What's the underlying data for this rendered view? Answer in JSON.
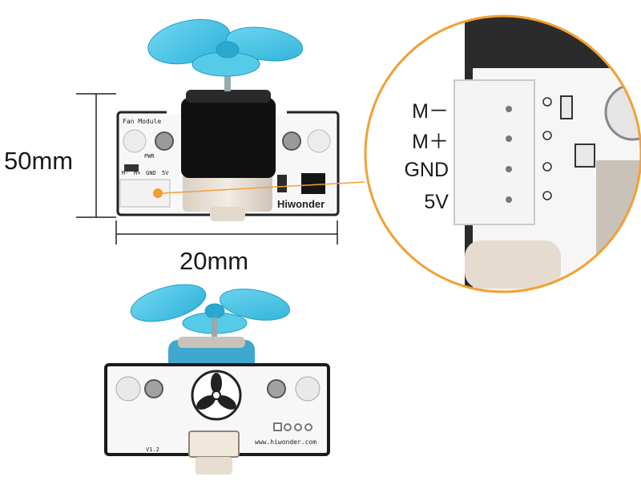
{
  "dimensions": {
    "height_label": "50mm",
    "width_label": "20mm"
  },
  "module": {
    "name_label": "Fan Module",
    "brand": "Hiwonder",
    "website": "www.hiwonder.com",
    "version": "V1.2",
    "pwr_label": "PWR",
    "pin_silk": [
      "M-",
      "M+",
      "GND",
      "5V"
    ]
  },
  "pinout": {
    "pins": [
      "M－",
      "M＋",
      "GND",
      "5V"
    ]
  },
  "colors": {
    "fan_blade": "#3cc3e6",
    "highlight": "#f2a033",
    "motor_band": "#111111",
    "pcb": "#f7f7f7"
  },
  "icons": [
    "fan-icon"
  ]
}
